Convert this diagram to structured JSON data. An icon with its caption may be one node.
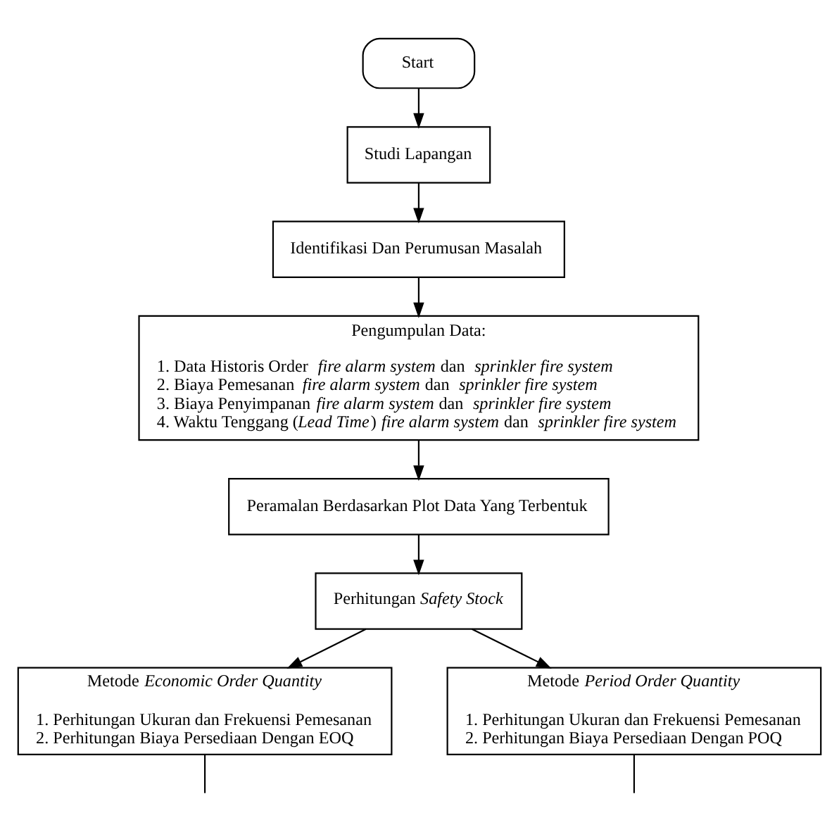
{
  "diagram": {
    "nodes": [
      {
        "text": [
          "Start"
        ]
      },
      {
        "text": [
          "Studi Lapangan"
        ]
      },
      {
        "text": [
          "Identifikasi Dan Perumusan Masalah"
        ]
      },
      {
        "text": [
          "Pengumpulan Data:",
          "1. Data Historis Order *fire alarm system* dan *sprinkler fire system*",
          "2. Biaya Pemesanan *fire alarm system* dan *sprinkler fire system*",
          "3. Biaya Penyimpanan *fire alarm system* dan *sprinkler fire system*",
          "4. Waktu Tenggang (*Lead Time*) *fire alarm system* dan *sprinkler fire system*"
        ]
      },
      {
        "text": [
          "Peramalan Berdasarkan Plot Data Yang Terbentuk"
        ]
      },
      {
        "text": [
          "Perhitungan *Safety Stock*"
        ]
      },
      {
        "text": [
          "Metode *Economic Order Quantity*",
          "1. Perhitungan Ukuran dan Frekuensi Pemesanan",
          "2. Perhitungan Biaya Persediaan Dengan EOQ"
        ]
      },
      {
        "text": [
          "Metode *Period Order Quantity*",
          "1. Perhitungan Ukuran dan Frekuensi Pemesanan",
          "2. Perhitungan Biaya Persediaan Dengan POQ"
        ]
      }
    ],
    "edges": [
      {
        "from": 0,
        "to": 1,
        "arrow": "to"
      },
      {
        "from": 1,
        "to": 2,
        "arrow": "to"
      },
      {
        "from": 2,
        "to": 3,
        "arrow": "to"
      },
      {
        "from": 3,
        "to": 4,
        "arrow": "to"
      },
      {
        "from": 4,
        "to": 5,
        "arrow": "to"
      },
      {
        "from": 5,
        "to": 6,
        "arrow": "to"
      },
      {
        "from": 5,
        "to": 7,
        "arrow": "to"
      },
      {
        "from": 6,
        "to": null,
        "arrow": "none"
      },
      {
        "from": 7,
        "to": null,
        "arrow": "none"
      }
    ]
  }
}
